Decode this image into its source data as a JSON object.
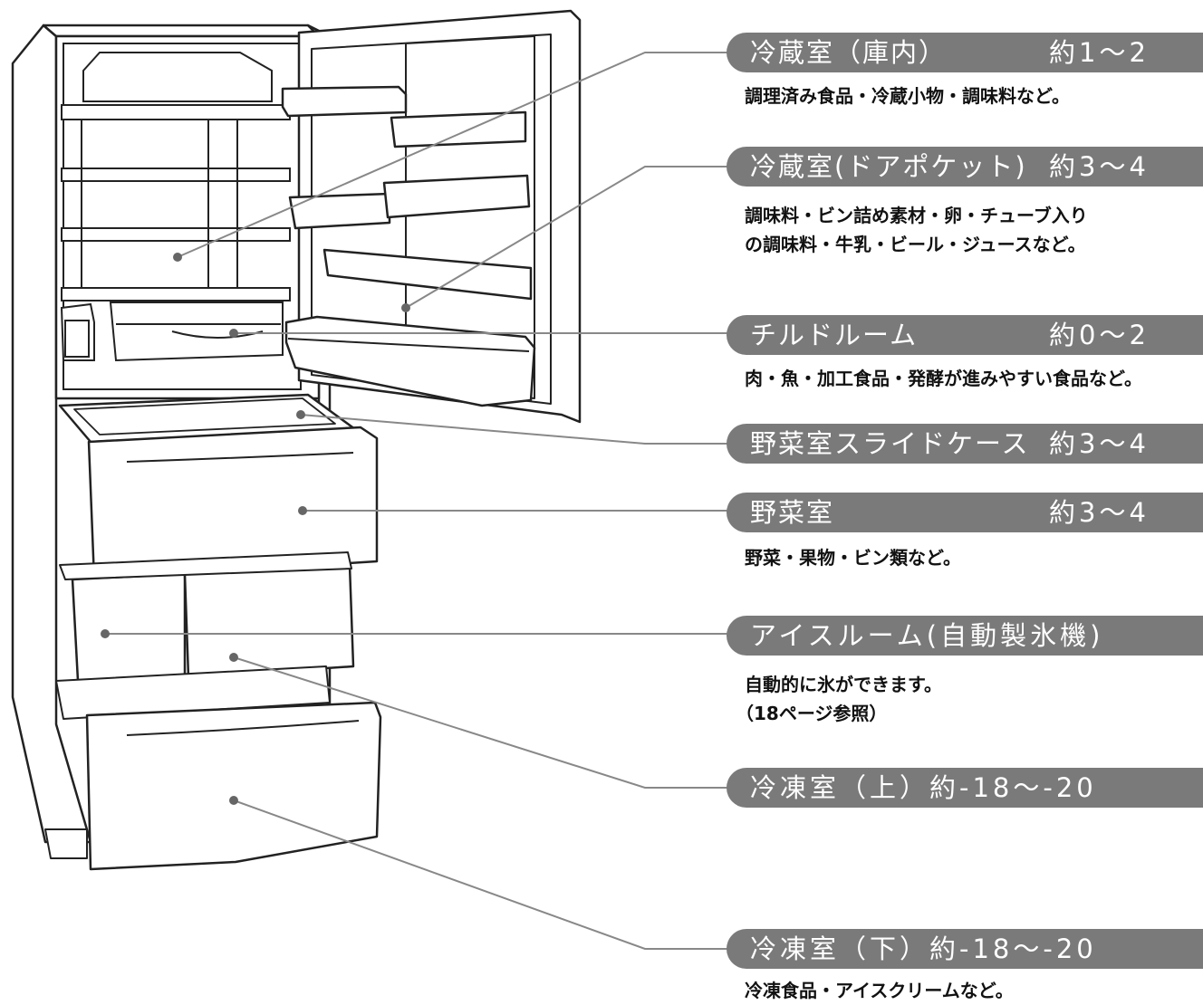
{
  "compartments": [
    {
      "id": "fridge-interior",
      "name": "冷蔵室（庫内）",
      "temp": "約1～2",
      "desc": [
        "調理済み食品・冷蔵小物・調味料など。"
      ]
    },
    {
      "id": "door-pocket",
      "name": "冷蔵室(ドアポケット)",
      "temp": "約3～4",
      "desc": [
        "調味料・ビン詰め素材・卵・チューブ入り",
        "の調味料・牛乳・ビール・ジュースなど。"
      ]
    },
    {
      "id": "chilled-room",
      "name": "チルドルーム",
      "temp": "約0～2",
      "desc": [
        "肉・魚・加工食品・発酵が進みやすい食品など。"
      ]
    },
    {
      "id": "vegetable-slide-case",
      "name": "野菜室スライドケース",
      "temp": "約3～4",
      "desc": []
    },
    {
      "id": "vegetable-room",
      "name": "野菜室",
      "temp": "約3～4",
      "desc": [
        "野菜・果物・ビン類など。"
      ]
    },
    {
      "id": "ice-room",
      "name": "アイスルーム(自動製氷機)",
      "temp": "",
      "desc": [
        "自動的に氷ができます。",
        "（18ページ参照）"
      ]
    },
    {
      "id": "freezer-upper",
      "name": "冷凍室（上）約-18～-20",
      "temp": "",
      "desc": []
    },
    {
      "id": "freezer-lower",
      "name": "冷凍室（下）約-18～-20",
      "temp": "",
      "desc": [
        "冷凍食品・アイスクリームなど。"
      ]
    }
  ],
  "colors": {
    "label_bg": "#7a7a7a",
    "label_text": "#ffffff",
    "line": "#888888",
    "outline": "#222222"
  }
}
